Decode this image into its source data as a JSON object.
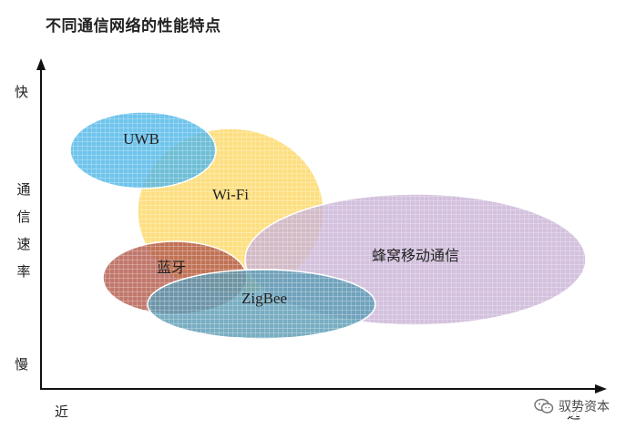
{
  "title": "不同通信网络的性能特点",
  "y_axis": {
    "top": "快",
    "label_chars": [
      "通",
      "信",
      "速",
      "率"
    ],
    "bottom": "慢"
  },
  "x_axis": {
    "left": "近",
    "right": "远"
  },
  "networks": [
    {
      "name": "UWB",
      "color": "#4fb7e8"
    },
    {
      "name": "Wi-Fi",
      "color": "#fcd865"
    },
    {
      "name": "蜂窝移动通信",
      "color": "#c9b3d6"
    },
    {
      "name": "蓝牙",
      "color": "#b35a4c"
    },
    {
      "name": "ZigBee",
      "color": "#5b9bb5"
    }
  ],
  "watermark": {
    "text": "驭势资本",
    "icon": "wechat-icon"
  }
}
